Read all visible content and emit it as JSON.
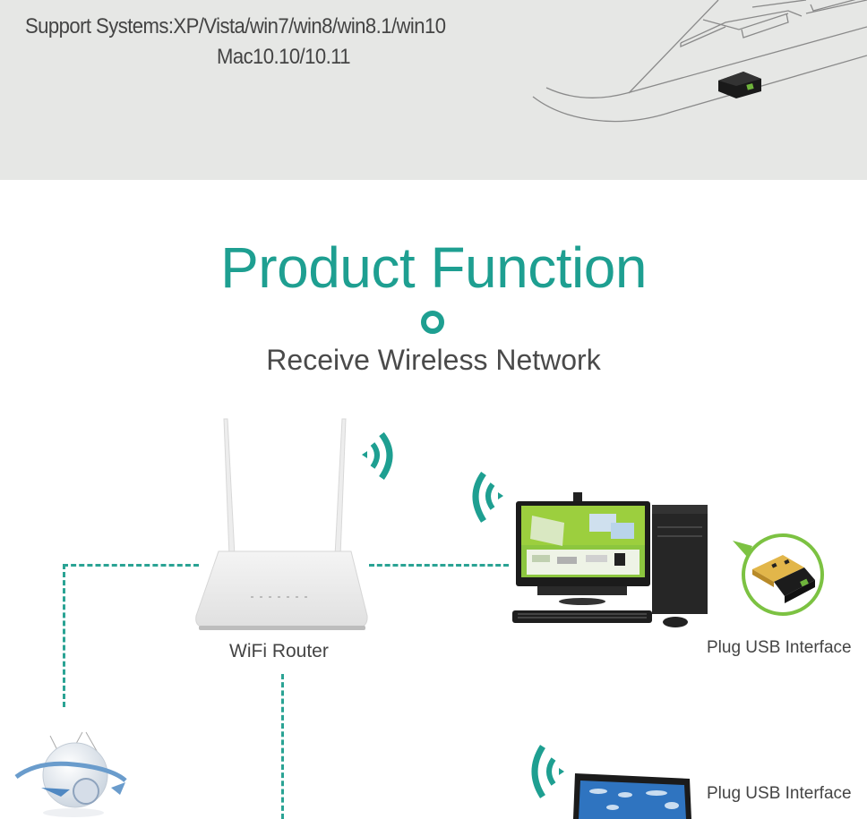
{
  "banner": {
    "support_line1": "Support Systems:XP/Vista/win7/win8/win8.1/win10",
    "support_line2": "Mac10.10/10.11",
    "illustration": "laptop-with-usb-adapter"
  },
  "section": {
    "title": "Product Function",
    "subtitle": "Receive Wireless Network"
  },
  "diagram": {
    "router_label": "WiFi Router",
    "desktop_label": "Plug USB Interface",
    "laptop_label": "Plug USB Interface",
    "icons": [
      "wifi-signal-icon",
      "router-icon",
      "desktop-pc-icon",
      "usb-adapter-icon",
      "internet-globe-icon",
      "laptop-icon"
    ]
  },
  "colors": {
    "accent_teal": "#1e9f91",
    "usb_ring_green": "#7cc242",
    "banner_bg": "#e6e7e5",
    "text_gray": "#444444"
  }
}
